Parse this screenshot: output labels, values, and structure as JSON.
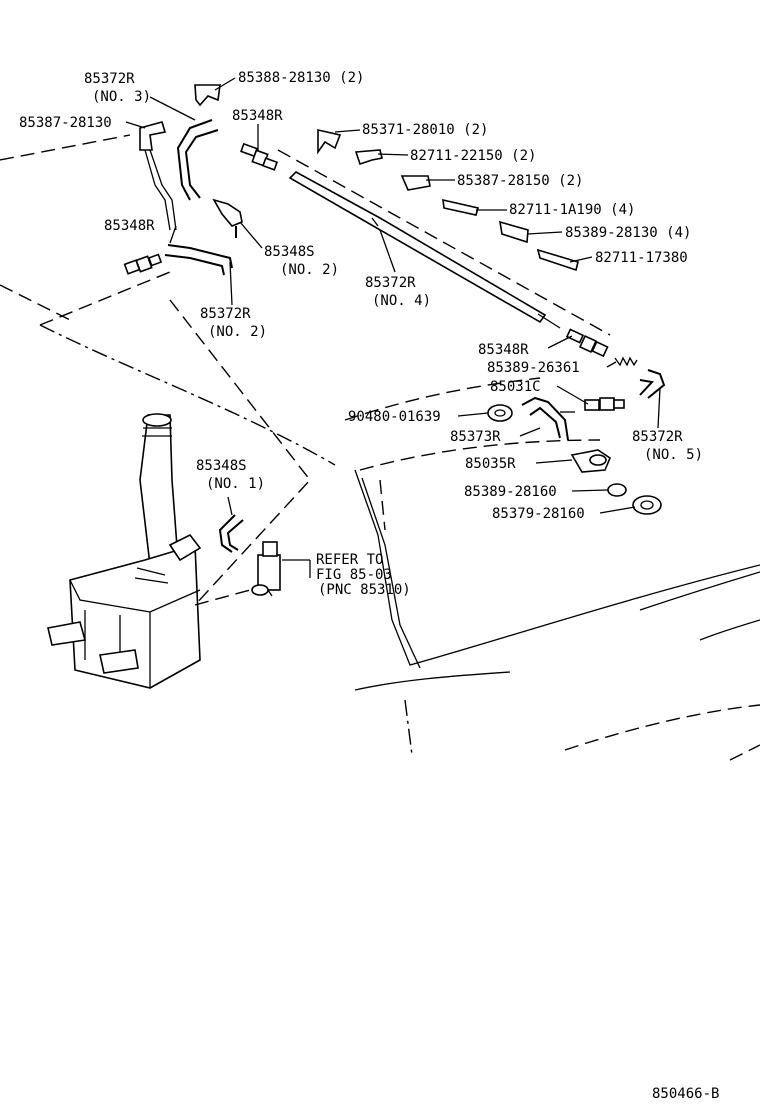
{
  "figure_code": "850466-B",
  "labels": {
    "p85372R_no3": "85372R",
    "p85372R_no3_sub": "(NO. 3)",
    "p85388": "85388-28130 (2)",
    "p85387_28130": "85387-28130",
    "p85348R_top": "85348R",
    "p85371": "85371-28010 (2)",
    "p82711_22150": "82711-22150 (2)",
    "p85387_28150": "85387-28150 (2)",
    "p82711_1A190": "82711-1A190 (4)",
    "p85389_28130": "85389-28130 (4)",
    "p82711_17380": "82711-17380",
    "p85348R_left": "85348R",
    "p85348S_no2": "85348S",
    "p85348S_no2_sub": "(NO. 2)",
    "p85372R_no4": "85372R",
    "p85372R_no4_sub": "(NO. 4)",
    "p85372R_no2": "85372R",
    "p85372R_no2_sub": "(NO. 2)",
    "p85348R_mid": "85348R",
    "p85389_26361": "85389-26361",
    "p85031C": "85031C",
    "p90480": "90480-01639",
    "p85373R": "85373R",
    "p85372R_no5": "85372R",
    "p85372R_no5_sub": "(NO. 5)",
    "p85035R": "85035R",
    "p85348S_no1": "85348S",
    "p85348S_no1_sub": "(NO. 1)",
    "refer_line1": "REFER TO",
    "refer_line2": "FIG 85-03",
    "refer_line3": "(PNC 85310)",
    "p85389_28160": "85389-28160",
    "p85379_28160": "85379-28160"
  }
}
